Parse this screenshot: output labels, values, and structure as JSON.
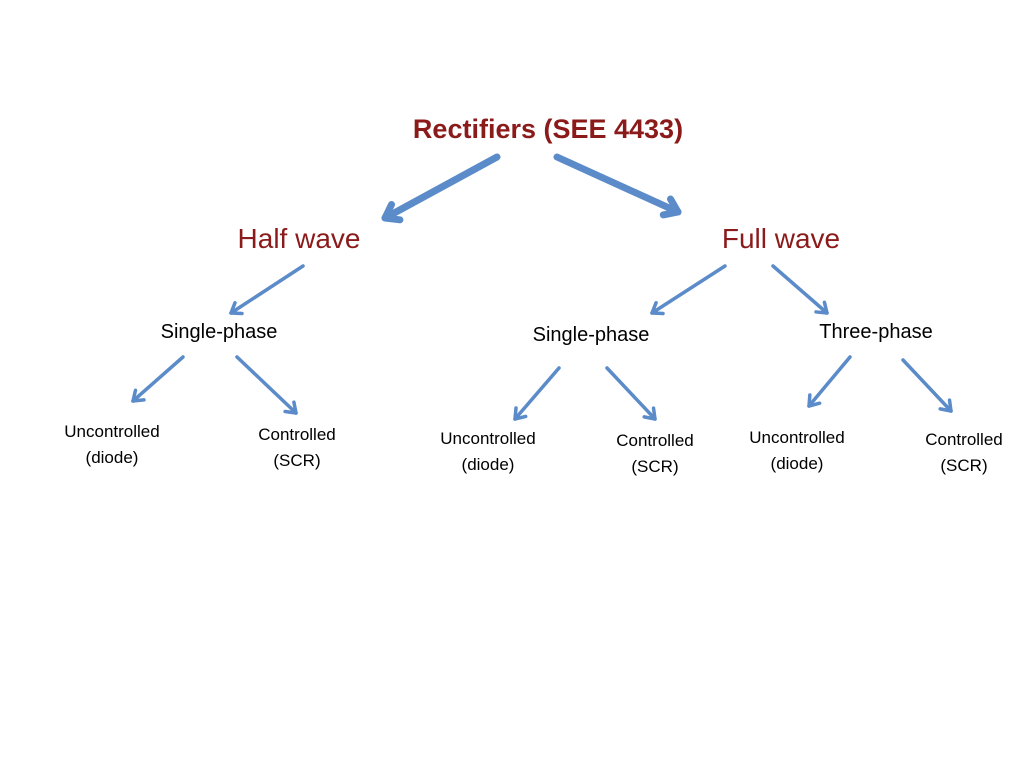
{
  "diagram": {
    "title": "Rectifiers (SEE 4433)",
    "half_wave": {
      "label": "Half wave",
      "single_phase": {
        "label": "Single-phase",
        "uncontrolled": {
          "line1": "Uncontrolled",
          "line2": "(diode)"
        },
        "controlled": {
          "line1": "Controlled",
          "line2": "(SCR)"
        }
      }
    },
    "full_wave": {
      "label": "Full wave",
      "single_phase": {
        "label": "Single-phase",
        "uncontrolled": {
          "line1": "Uncontrolled",
          "line2": "(diode)"
        },
        "controlled": {
          "line1": "Controlled",
          "line2": "(SCR)"
        }
      },
      "three_phase": {
        "label": "Three-phase",
        "uncontrolled": {
          "line1": "Uncontrolled",
          "line2": "(diode)"
        },
        "controlled": {
          "line1": "Controlled",
          "line2": "(SCR)"
        }
      }
    }
  },
  "colors": {
    "heading": "#8b1a1a",
    "arrow": "#5b8bc8",
    "text": "#000000",
    "background": "#ffffff"
  }
}
